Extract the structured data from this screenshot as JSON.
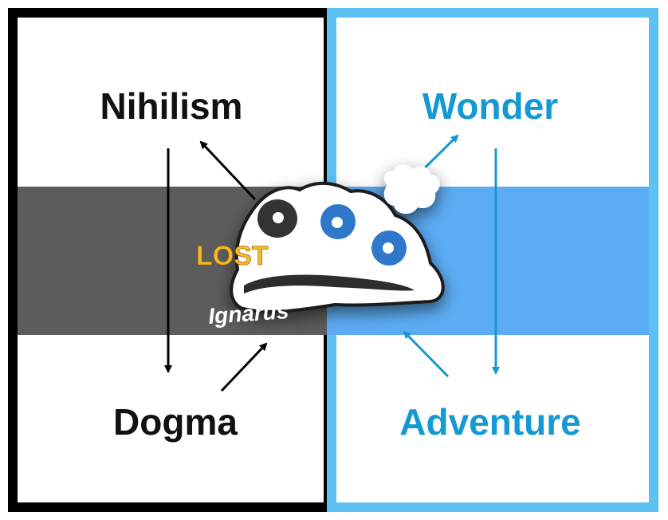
{
  "diagram": {
    "quadrants": {
      "top_left": "Nihilism",
      "bottom_left": "Dogma",
      "top_right": "Wonder",
      "bottom_right": "Adventure"
    },
    "logo": {
      "title": "LOST",
      "name": "Ignarus"
    },
    "colors": {
      "left_border": "#000000",
      "right_border": "#5ec1f4",
      "left_band": "#5c5c5c",
      "right_band": "#5cacf4",
      "left_text": "#111111",
      "right_text": "#1499d3",
      "logo_title": "#f2b92b"
    },
    "arrows": [
      {
        "from": "Nihilism",
        "to": "Dogma"
      },
      {
        "from": "Dogma",
        "to": "Ignarus",
        "direction": "toward-center"
      },
      {
        "from": "Ignarus",
        "to": "Nihilism",
        "direction": "away-from-center"
      },
      {
        "from": "Ignarus",
        "to": "Wonder",
        "direction": "away-from-center"
      },
      {
        "from": "Wonder",
        "to": "Adventure"
      },
      {
        "from": "Adventure",
        "to": "Ignarus",
        "direction": "toward-center"
      }
    ]
  }
}
